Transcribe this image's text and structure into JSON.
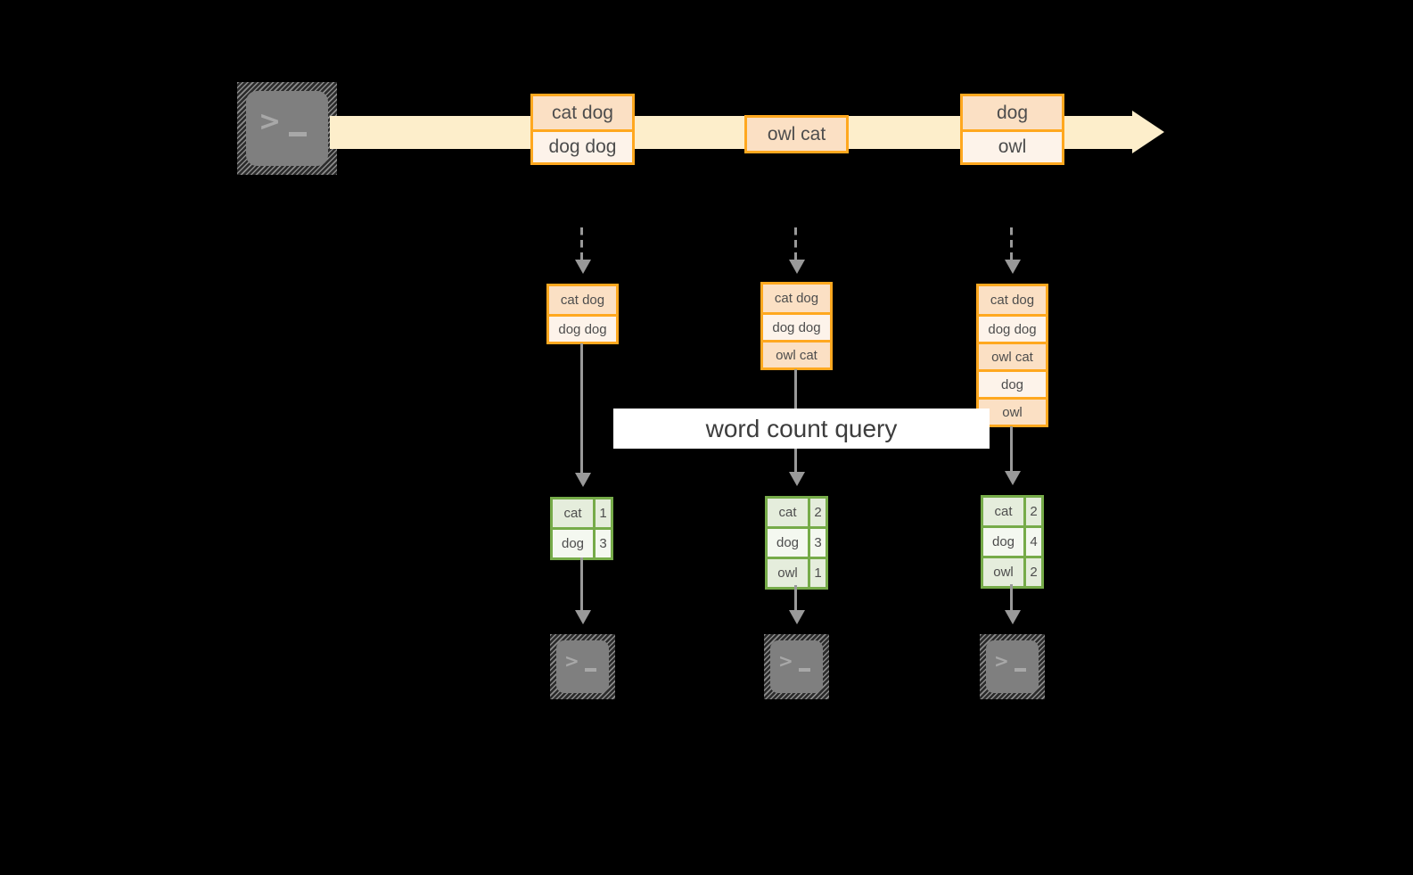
{
  "diagram": {
    "title": "word count query",
    "colors": {
      "background": "#000000",
      "stream_fill": "#fdeecb",
      "record_border": "#ffa81f",
      "record_fill_dark": "#fbe0c4",
      "record_fill_light": "#fdf3ea",
      "result_border": "#76ab49",
      "result_fill_dark": "#e5eddc",
      "result_fill_light": "#f4f8f0",
      "arrow_grey": "#999999",
      "terminal_grey": "#7f7f7f",
      "text": "#4d4d4d"
    },
    "source_terminal": {
      "icon": "terminal-icon",
      "prompt": ">",
      "cursor": "_"
    },
    "stream": {
      "icon": "right-arrow-icon",
      "groups": [
        {
          "lines": [
            "cat dog",
            "dog dog"
          ]
        },
        {
          "lines": [
            "owl cat"
          ]
        },
        {
          "lines": [
            "dog",
            "owl"
          ]
        }
      ]
    },
    "snapshots": [
      {
        "name": "snapshot-1",
        "records": [
          "cat dog",
          "dog dog"
        ],
        "results": [
          {
            "word": "cat",
            "count": "1"
          },
          {
            "word": "dog",
            "count": "3"
          }
        ],
        "sink": {
          "icon": "terminal-icon",
          "prompt": ">",
          "cursor": "_"
        }
      },
      {
        "name": "snapshot-2",
        "records": [
          "cat dog",
          "dog dog",
          "owl cat"
        ],
        "results": [
          {
            "word": "cat",
            "count": "2"
          },
          {
            "word": "dog",
            "count": "3"
          },
          {
            "word": "owl",
            "count": "1"
          }
        ],
        "sink": {
          "icon": "terminal-icon",
          "prompt": ">",
          "cursor": "_"
        }
      },
      {
        "name": "snapshot-3",
        "records": [
          "cat dog",
          "dog dog",
          "owl cat",
          "dog",
          "owl"
        ],
        "results": [
          {
            "word": "cat",
            "count": "2"
          },
          {
            "word": "dog",
            "count": "4"
          },
          {
            "word": "owl",
            "count": "2"
          }
        ],
        "sink": {
          "icon": "terminal-icon",
          "prompt": ">",
          "cursor": "_"
        }
      }
    ]
  }
}
